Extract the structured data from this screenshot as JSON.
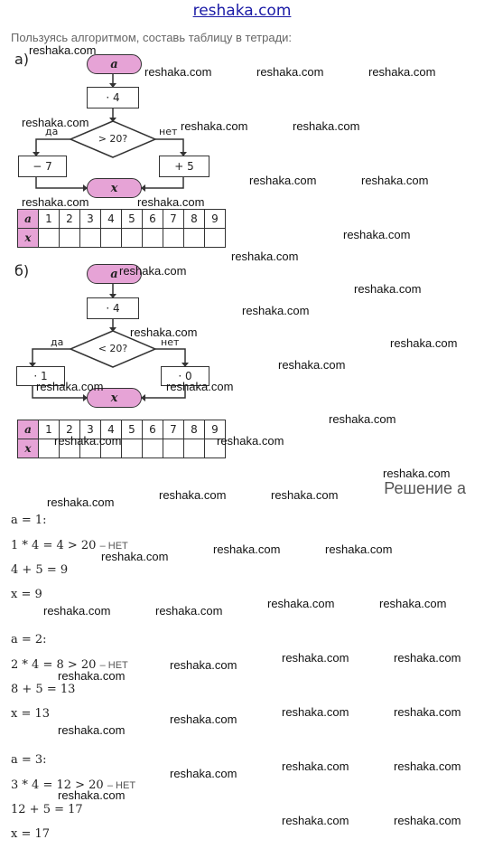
{
  "site_title": "reshaka.com",
  "intro": "Пользуясь алгоритмом, составь таблицу в тетради:",
  "watermark": "reshaka.com",
  "fig_a": {
    "label": "а)",
    "start": "a",
    "op": "· 4",
    "cond": "> 20?",
    "yes": "да",
    "no": "нет",
    "left_op": "− 7",
    "right_op": "+ 5",
    "end": "x",
    "table": {
      "row_a": "a",
      "row_x": "x",
      "values": [
        "1",
        "2",
        "3",
        "4",
        "5",
        "6",
        "7",
        "8",
        "9"
      ]
    }
  },
  "fig_b": {
    "label": "б)",
    "start": "a",
    "op": "· 4",
    "cond": "< 20?",
    "yes": "да",
    "no": "нет",
    "left_op": "· 1",
    "right_op": "· 0",
    "end": "x",
    "table": {
      "row_a": "a",
      "row_x": "x",
      "values": [
        "1",
        "2",
        "3",
        "4",
        "5",
        "6",
        "7",
        "8",
        "9"
      ]
    }
  },
  "solution_title": "Решение а",
  "solution": [
    {
      "a": "a = 1:",
      "calc": "1 * 4 = 4 > 20",
      "verdict": "– НЕТ",
      "step": "4 + 5 = 9",
      "x": "x = 9"
    },
    {
      "a": "a = 2:",
      "calc": "2 * 4 = 8 > 20",
      "verdict": "– НЕТ",
      "step": "8 + 5 = 13",
      "x": "x = 13"
    },
    {
      "a": "a = 3:",
      "calc": "3 * 4 = 12 > 20",
      "verdict": "– НЕТ",
      "step": "12 + 5 = 17",
      "x": "x = 17"
    }
  ]
}
